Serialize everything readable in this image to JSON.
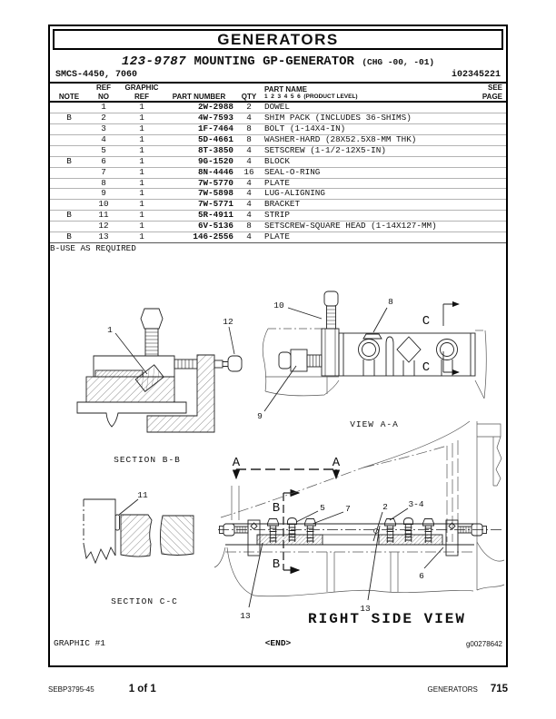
{
  "page": {
    "header_title": "GENERATORS",
    "title_number": "123-9787",
    "title_name": "MOUNTING GP-GENERATOR",
    "title_chg": "(CHG -00, -01)",
    "smcs": "SMCS-4450, 7060",
    "media_id": "i02345221"
  },
  "table": {
    "headers": {
      "note": "NOTE",
      "ref_line1": "REF",
      "ref_line2": "NO",
      "graphic_line1": "GRAPHIC",
      "graphic_line2": "REF",
      "part_number": "PART NUMBER",
      "qty": "QTY",
      "part_name": "PART NAME",
      "product_level": "1  2  3  4  5  6  (PRODUCT LEVEL)",
      "see_line1": "SEE",
      "see_line2": "PAGE"
    },
    "rows": [
      {
        "note": "",
        "ref_no": "1",
        "graphic_ref": "1",
        "part_number": "2W-2988",
        "qty": "2",
        "part_name": "DOWEL"
      },
      {
        "note": "B",
        "ref_no": "2",
        "graphic_ref": "1",
        "part_number": "4W-7593",
        "qty": "4",
        "part_name": "SHIM PACK (INCLUDES 36-SHIMS)"
      },
      {
        "note": "",
        "ref_no": "3",
        "graphic_ref": "1",
        "part_number": "1F-7464",
        "qty": "8",
        "part_name": "BOLT (1-14X4-IN)"
      },
      {
        "note": "",
        "ref_no": "4",
        "graphic_ref": "1",
        "part_number": "5D-4661",
        "qty": "8",
        "part_name": "WASHER-HARD (28X52.5X8-MM THK)"
      },
      {
        "note": "",
        "ref_no": "5",
        "graphic_ref": "1",
        "part_number": "8T-3850",
        "qty": "4",
        "part_name": "SETSCREW (1-1/2-12X5-IN)"
      },
      {
        "note": "B",
        "ref_no": "6",
        "graphic_ref": "1",
        "part_number": "9G-1520",
        "qty": "4",
        "part_name": "BLOCK"
      },
      {
        "note": "",
        "ref_no": "7",
        "graphic_ref": "1",
        "part_number": "8N-4446",
        "qty": "16",
        "part_name": "SEAL-O-RING"
      },
      {
        "note": "",
        "ref_no": "8",
        "graphic_ref": "1",
        "part_number": "7W-5770",
        "qty": "4",
        "part_name": "PLATE"
      },
      {
        "note": "",
        "ref_no": "9",
        "graphic_ref": "1",
        "part_number": "7W-5898",
        "qty": "4",
        "part_name": "LUG-ALIGNING"
      },
      {
        "note": "",
        "ref_no": "10",
        "graphic_ref": "1",
        "part_number": "7W-5771",
        "qty": "4",
        "part_name": "BRACKET"
      },
      {
        "note": "B",
        "ref_no": "11",
        "graphic_ref": "1",
        "part_number": "5R-4911",
        "qty": "4",
        "part_name": "STRIP"
      },
      {
        "note": "",
        "ref_no": "12",
        "graphic_ref": "1",
        "part_number": "6V-5136",
        "qty": "8",
        "part_name": "SETSCREW-SQUARE HEAD (1-14X127-MM)"
      },
      {
        "note": "B",
        "ref_no": "13",
        "graphic_ref": "1",
        "part_number": "146-2556",
        "qty": "4",
        "part_name": "PLATE"
      }
    ],
    "footnote": "B-USE AS REQUIRED"
  },
  "diagrams": {
    "section_bb": {
      "label": "SECTION B-B",
      "callout_1": "1",
      "callout_12": "12"
    },
    "view_aa": {
      "label": "VIEW A-A",
      "callout_10": "10",
      "callout_8": "8",
      "callout_9": "9",
      "section_letter": "C"
    },
    "section_cc": {
      "label": "SECTION C-C",
      "callout_11": "11"
    },
    "right_side_view": {
      "label": "RIGHT SIDE VIEW",
      "section_letter_a": "A",
      "section_letter_b": "B",
      "callout_5": "5",
      "callout_7": "7",
      "callout_2": "2",
      "callout_3_4": "3-4",
      "callout_6": "6",
      "callout_13": "13"
    }
  },
  "graphic_footer": {
    "graphic_label": "GRAPHIC #1",
    "end_marker": "<END>",
    "graphic_id": "g00278642"
  },
  "footer": {
    "doc_code": "SEBP3795-45",
    "page_info": "1 of 1",
    "section": "GENERATORS",
    "page_number": "715"
  },
  "colors": {
    "ink": "#111111",
    "line_light": "#b3b3b3",
    "outline_gray": "#555555"
  }
}
